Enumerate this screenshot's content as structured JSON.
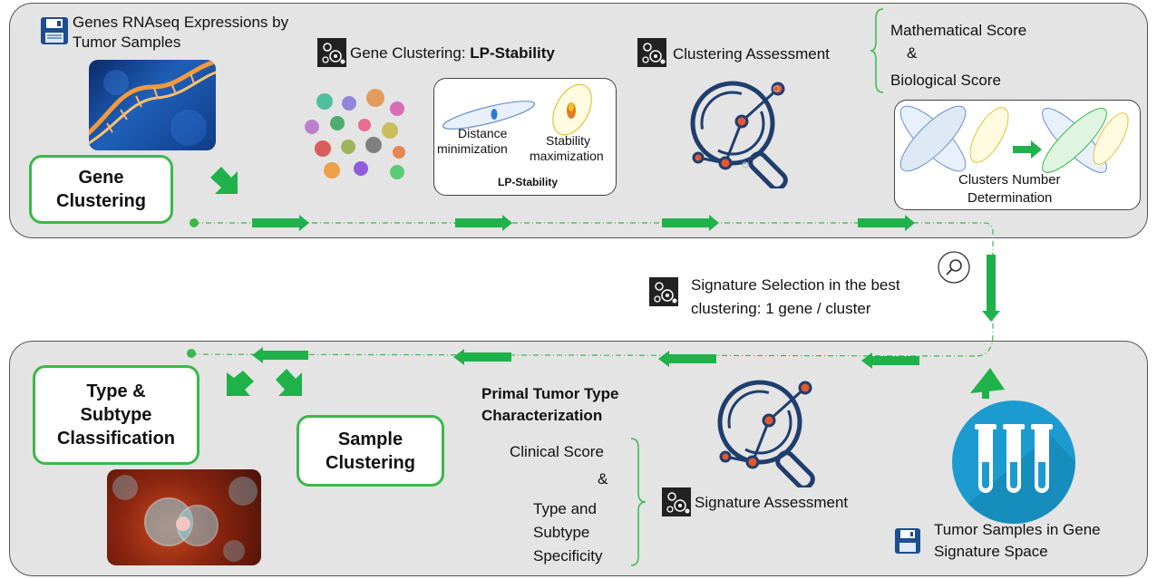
{
  "top": {
    "data_title": "Genes RNAseq Expressions by Tumor Samples",
    "data_title_l1": "Genes RNAseq Expressions by",
    "data_title_l2": "Tumor Samples",
    "gene_clustering_box": {
      "l1": "Gene",
      "l2": "Clustering"
    },
    "gene_clustering_step": {
      "prefix": "Gene Clustering: ",
      "method": "LP-Stability"
    },
    "lp_box": {
      "distance_l1": "Distance",
      "distance_l2": "minimization",
      "stability_l1": "Stability",
      "stability_l2": "maximization",
      "label": "LP-Stability"
    },
    "clustering_assessment": "Clustering Assessment",
    "scores": {
      "mathematical": "Mathematical Score",
      "amp": "&",
      "biological": "Biological Score"
    },
    "clusters_box": {
      "l1": "Clusters Number",
      "l2": "Determination"
    }
  },
  "middle": {
    "signature_l1": "Signature Selection in the best",
    "signature_l2": "clustering: 1 gene / cluster"
  },
  "bottom": {
    "type_box": {
      "l1": "Type &",
      "l2": "Subtype",
      "l3": "Classification"
    },
    "sample_box": {
      "l1": "Sample",
      "l2": "Clustering"
    },
    "primal_l1": "Primal Tumor Type",
    "primal_l2": "Characterization",
    "clinical_score": "Clinical Score",
    "amp": "&",
    "specificity_l1": "Type and",
    "specificity_l2": "Subtype",
    "specificity_l3": "Specificity",
    "signature_assessment": "Signature Assessment",
    "tumor_samples_l1": "Tumor Samples in Gene",
    "tumor_samples_l2": "Signature Space"
  },
  "colors": {
    "accent": "#3cb84a",
    "panel": "#e4e4e4",
    "magnifier": "#1f3e6e",
    "node": "#e8572e",
    "floppy": "#1d4e8f",
    "tube_bg": "#1b9bd0"
  },
  "icons": [
    "floppy-disk-icon",
    "gear-robot-icon",
    "magnifier-network-icon",
    "test-tubes-icon",
    "search-icon"
  ]
}
